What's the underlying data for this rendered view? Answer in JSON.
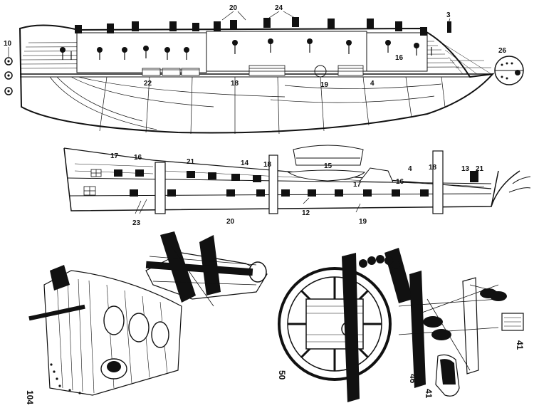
{
  "labels": {
    "l_10": "10",
    "l_20_top": "20",
    "l_24": "24",
    "l_3": "3",
    "l_26": "26",
    "l_16_top": "16",
    "l_22": "22",
    "l_18_top": "18",
    "l_19_top": "19",
    "l_4_top": "4",
    "l_17_a": "17",
    "l_16_a": "16",
    "l_21_a": "21",
    "l_14": "14",
    "l_18_b": "18",
    "l_15": "15",
    "l_4_b": "4",
    "l_18_c": "18",
    "l_13": "13",
    "l_21_b": "21",
    "l_17_b": "17",
    "l_16_b": "16",
    "l_23": "23",
    "l_20_b": "20",
    "l_12": "12",
    "l_19_b": "19",
    "l_104": "104",
    "l_50": "50",
    "l_46": "46",
    "l_41_a": "41",
    "l_41_b": "41"
  }
}
